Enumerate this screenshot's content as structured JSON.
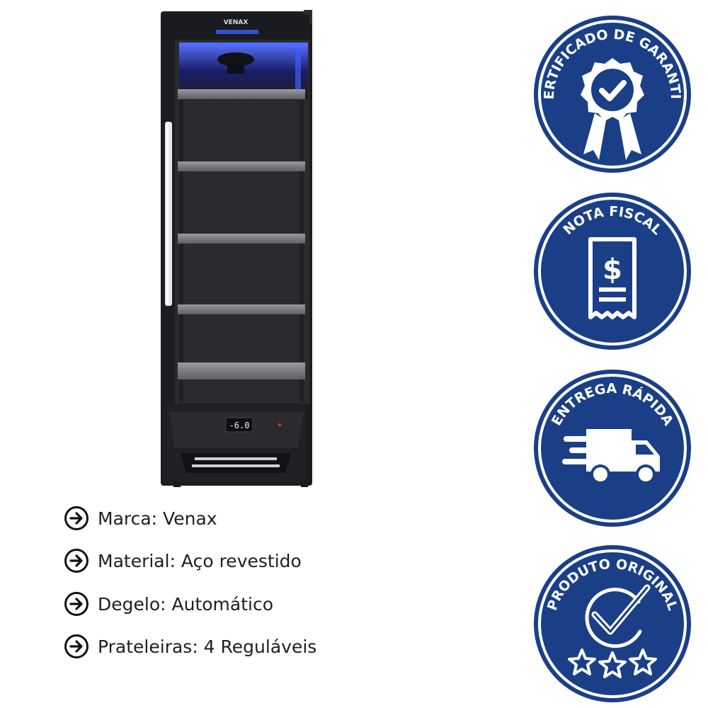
{
  "product": {
    "brand_text": "VENAX",
    "display_text": "-6.0"
  },
  "specs": [
    {
      "text": "Marca: Venax"
    },
    {
      "text": "Material: Aço revestido"
    },
    {
      "text": "Degelo: Automático"
    },
    {
      "text": "Prateleiras: 4 Reguláveis"
    }
  ],
  "badges": [
    {
      "label": "CERTIFICADO DE GARANTIA",
      "icon": "rosette-check-icon"
    },
    {
      "label": "NOTA FISCAL",
      "icon": "receipt-dollar-icon"
    },
    {
      "label": "ENTREGA RÁPIDA",
      "icon": "delivery-truck-icon"
    },
    {
      "label": "PRODUTO ORIGINAL",
      "icon": "check-stars-icon"
    }
  ],
  "colors": {
    "badge_blue": "#1a3f87",
    "fridge_black": "#222326",
    "led_blue": "#3f5cff"
  }
}
